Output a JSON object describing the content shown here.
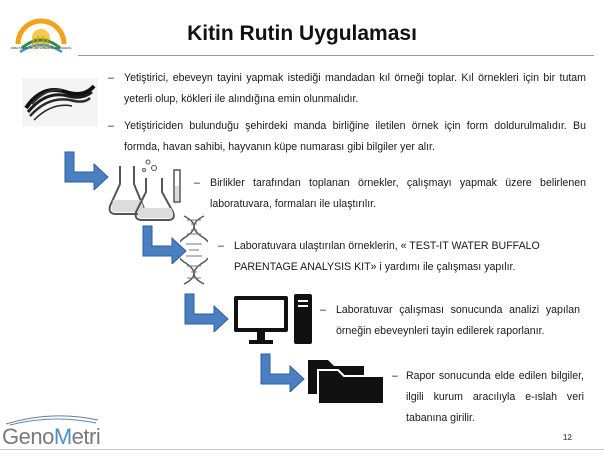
{
  "slide": {
    "title": "Kitin Rutin Uygulaması",
    "page_number": "12",
    "logo_caption": "GIDA TARIM VE HAYVANCILIK BAKANLIĞI",
    "footer_logo": {
      "part1": "Geno",
      "part2": "M",
      "part3": "etri"
    }
  },
  "items": [
    {
      "text": "Yetiştirici, ebeveyn tayini yapmak istediği mandadan kıl örneği toplar. Kıl örnekleri için bir tutam yeterli olup, kökleri ile alındığına emin olunmalıdır."
    },
    {
      "text": "Yetiştiriciden bulunduğu şehirdeki manda birliğine iletilen örnek için form doldurulmalıdır. Bu formda, havan sahibi, hayvanın küpe numarası gibi bilgiler yer alır."
    },
    {
      "text": "Birlikler tarafından toplanan örnekler, çalışmayı yapmak üzere belirlenen laboratuvara, formaları ile ulaştırılır."
    },
    {
      "text": "Laboratuvara ulaştırılan örneklerin, « TEST-IT WATER BUFFALO PARENTAGE ANALYSIS KIT» i yardımı ile çalışması yapılır."
    },
    {
      "text": "Laboratuvar çalışması sonucunda analizi yapılan örneğin ebeveynleri tayin edilerek raporlanır."
    },
    {
      "text": "Rapor sonucunda elde edilen bilgiler, ilgili kurum aracılıyla e-ıslah veri tabanına girilir."
    }
  ],
  "bullet_symbol": "–",
  "colors": {
    "arrow": "#4a7fc1",
    "arrow_edge": "#2f5f9e",
    "genometri_blue": "#4a90c8",
    "genometri_gray": "#7a7a7a",
    "logo_orange": "#f2a31b",
    "logo_green": "#3b8a3b"
  },
  "icons": [
    "ministry-logo",
    "hair-sample-image",
    "lab-flask-icon",
    "dna-helix-icon",
    "computer-icon",
    "folder-icon",
    "genometri-logo"
  ]
}
